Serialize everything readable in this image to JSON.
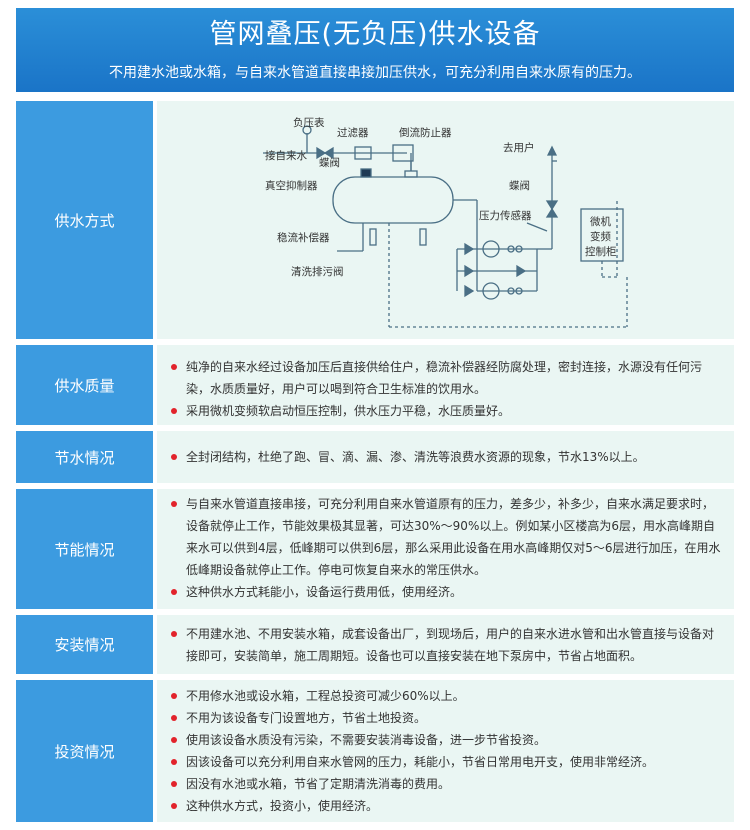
{
  "header": {
    "title": "管网叠压(无负压)供水设备",
    "subtitle": "不用建水池或水箱，与自来水管道直接串接加压供水，可充分利用自来水原有的压力。"
  },
  "colors": {
    "header_bg": "#1a74c7",
    "label_bg": "#3c9be0",
    "content_bg": "#eaf6f3",
    "bullet": "#e2232b"
  },
  "sections": [
    {
      "label": "供水方式",
      "diagram": {
        "labels": {
          "pressure_gauge": "负压表",
          "filter": "过滤器",
          "backflow_preventer": "倒流防止器",
          "to_users": "去用户",
          "inlet": "接自来水",
          "butterfly_valve_1": "蝶阀",
          "vacuum_suppressor": "真空抑制器",
          "butterfly_valve_2": "蝶阀",
          "pressure_sensor": "压力传感器",
          "flow_compensator": "稳流补偿器",
          "drain_valve": "清洗排污阀",
          "cabinet_line1": "微机",
          "cabinet_line2": "变频",
          "cabinet_line3": "控制柜"
        }
      }
    },
    {
      "label": "供水质量",
      "items": [
        "纯净的自来水经过设备加压后直接供给住户，稳流补偿器经防腐处理，密封连接，水源没有任何污染，水质质量好，用户可以喝到符合卫生标准的饮用水。",
        "采用微机变频软启动恒压控制，供水压力平稳，水压质量好。"
      ]
    },
    {
      "label": "节水情况",
      "items": [
        "全封闭结构，杜绝了跑、冒、滴、漏、渗、清洗等浪费水资源的现象，节水13%以上。"
      ]
    },
    {
      "label": "节能情况",
      "items": [
        "与自来水管道直接串接，可充分利用自来水管道原有的压力，差多少，补多少，自来水满足要求时，设备就停止工作，节能效果极其显著，可达30%～90%以上。例如某小区楼高为6层，用水高峰期自来水可以供到4层，低峰期可以供到6层，那么采用此设备在用水高峰期仅对5～6层进行加压，在用水低峰期设备就停止工作。停电可恢复自来水的常压供水。",
        "这种供水方式耗能小，设备运行费用低，使用经济。"
      ]
    },
    {
      "label": "安装情况",
      "items": [
        "不用建水池、不用安装水箱，成套设备出厂，到现场后，用户的自来水进水管和出水管直接与设备对接即可，安装简单，施工周期短。设备也可以直接安装在地下泵房中，节省占地面积。"
      ]
    },
    {
      "label": "投资情况",
      "items": [
        "不用修水池或设水箱，工程总投资可减少60%以上。",
        "不用为该设备专门设置地方，节省土地投资。",
        "使用该设备水质没有污染，不需要安装消毒设备，进一步节省投资。",
        "因该设备可以充分利用自来水管网的压力，耗能小，节省日常用电开支，使用非常经济。",
        "因没有水池或水箱，节省了定期清洗消毒的费用。",
        "这种供水方式，投资小，使用经济。"
      ]
    }
  ]
}
